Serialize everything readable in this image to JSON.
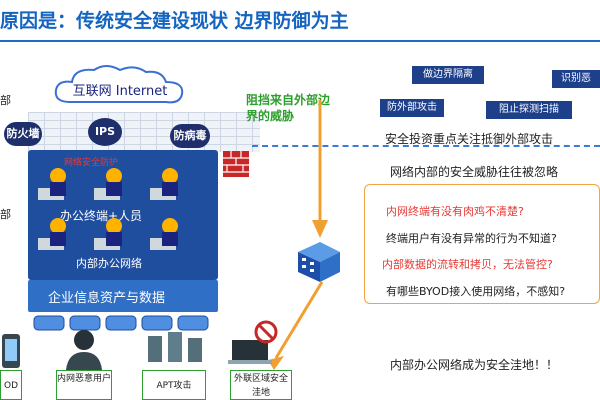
{
  "title": "原因是：传统安全建设现状  边界防御为主",
  "left_labels": [
    "部",
    "部"
  ],
  "internet_label": "互联网 Internet",
  "nodes": {
    "firewall": "防火墙",
    "ips": "IPS",
    "antivirus": "防病毒"
  },
  "network": {
    "security_label": "网络安全防护",
    "office_label": "办公终端+人员",
    "intranet_label": "内部办公网络"
  },
  "assets_label": "企业信息资产与数据",
  "threat_title": "阻挡来自外部边界的威胁",
  "tags": {
    "isolation": "做边界隔离",
    "identify": "识别恶",
    "internal_attack": "防外部攻击",
    "block_probe": "阻止探测扫描"
  },
  "focus_text": "安全投资重点关注抵御外部攻击",
  "ignore_text": "网络内部的安全威胁往往被忽略",
  "questions": [
    {
      "text": "内网终端有没有肉鸡不清楚?",
      "color": "red"
    },
    {
      "text": "终端用户有没有异常的行为不知道?",
      "color": "dark"
    },
    {
      "text": "内部数据的流转和拷贝，无法管控?",
      "color": "red"
    },
    {
      "text": "有哪些BYOD接入使用网络，不感知?",
      "color": "dark"
    }
  ],
  "conclusion": "内部办公网络成为安全洼地！！",
  "bottom_labels": {
    "byod": "OD",
    "malicious_user": "内网恶意用户",
    "apt": "APT攻击",
    "external_unsafe": "外联区域安全洼地"
  },
  "colors": {
    "title_blue": "#1565c0",
    "threat_green": "#2e9e2e",
    "tag_navy": "#1e3f8a",
    "question_red": "#e53935",
    "box_orange": "#f4a340"
  }
}
